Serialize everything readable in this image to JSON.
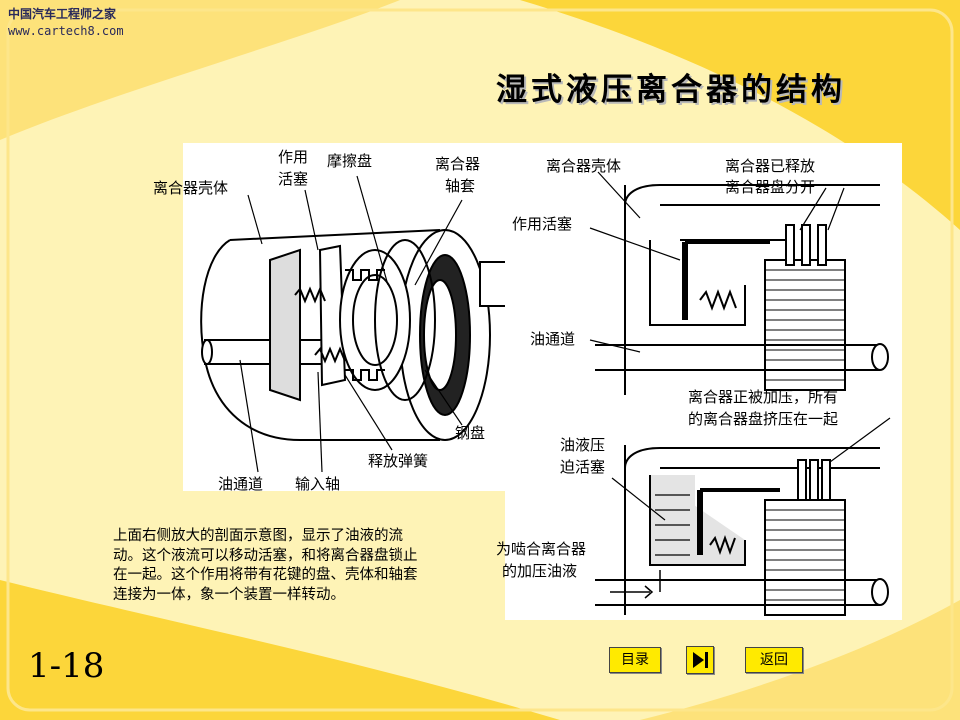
{
  "watermark": {
    "line1": "中国汽车工程师之家",
    "line2": "www.cartech8.com"
  },
  "title": "湿式液压离合器的结构",
  "left_diagram": {
    "labels": {
      "housing": "离合器壳体",
      "piston_1": "作用",
      "piston_2": "活塞",
      "friction_disc": "摩擦盘",
      "hub_1": "离合器",
      "hub_2": "轴套",
      "steel_disc": "钢盘",
      "release_spring": "释放弹簧",
      "oil_passage": "油通道",
      "input_shaft": "输入轴"
    }
  },
  "right_top_diagram": {
    "labels": {
      "housing": "离合器壳体",
      "released_1": "离合器已释放",
      "released_2": "离合器盘分开",
      "piston": "作用活塞",
      "oil_passage": "油通道"
    }
  },
  "right_bottom_diagram": {
    "labels": {
      "applied_1": "离合器正被加压，所有",
      "applied_2": "的离合器盘挤压在一起",
      "pressure_1": "油液压",
      "pressure_2": "迫活塞",
      "apply_oil_1": "为啮合离合器",
      "apply_oil_2": "的加压油液"
    }
  },
  "description": "上面右侧放大的剖面示意图，显示了油液的流动。这个液流可以移动活塞，和将离合器盘锁止在一起。这个作用将带有花键的盘、壳体和轴套连接为一体，象一个装置一样转动。",
  "page_number": "1-18",
  "nav": {
    "toc_label": "目录",
    "back_label": "返回"
  },
  "colors": {
    "background": "#fdf2b0",
    "accent": "#fcd63a",
    "button": "#ffea00"
  }
}
